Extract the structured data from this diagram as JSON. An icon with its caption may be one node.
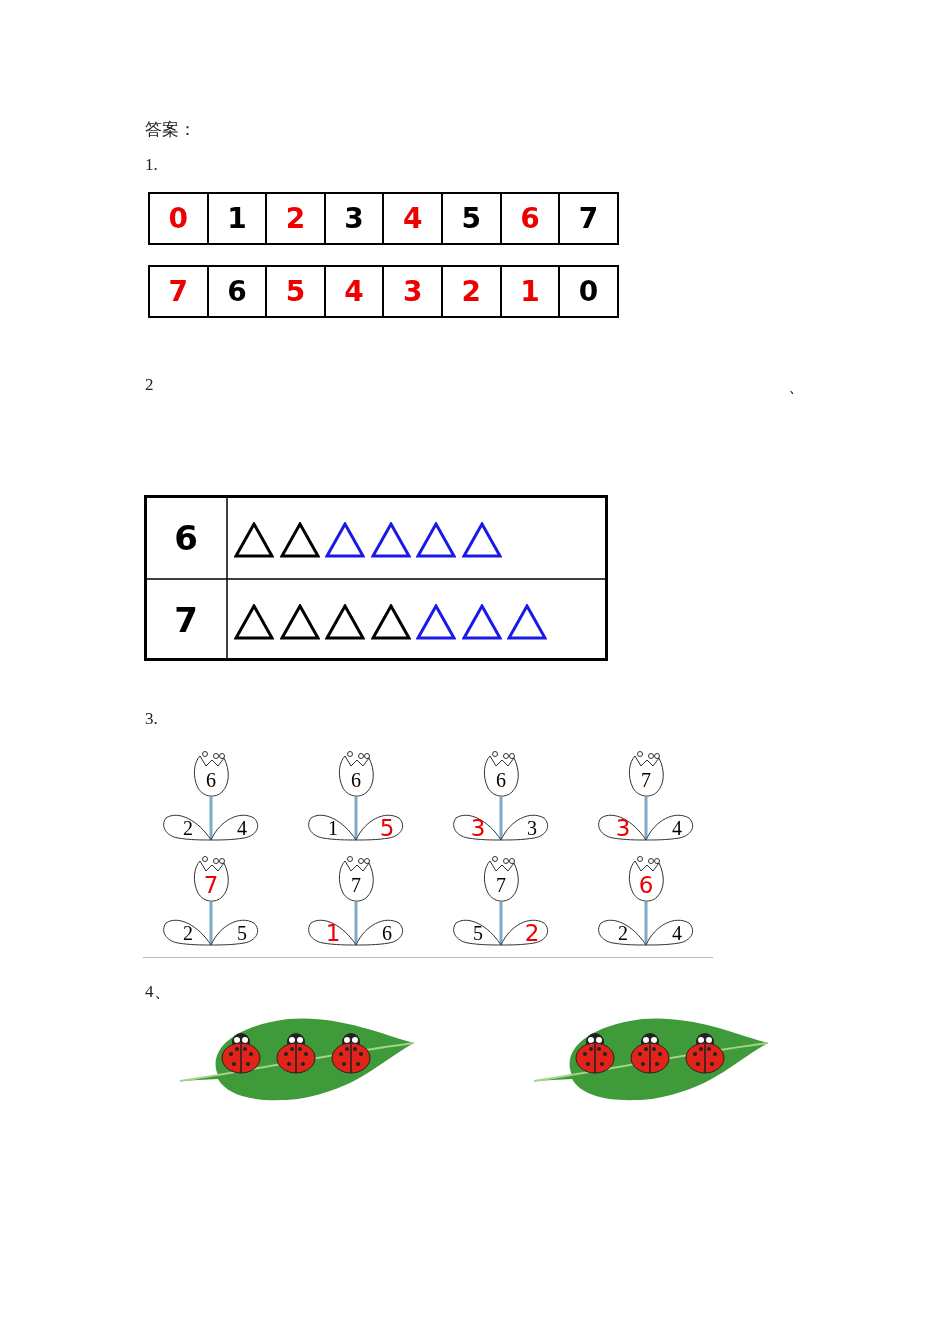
{
  "diagram": {
    "nodes": [
      {
        "text": [
          "6",
          "2",
          "4"
        ]
      },
      {
        "text": [
          "6",
          "1",
          "5"
        ]
      },
      {
        "text": [
          "6",
          "3",
          "3"
        ]
      },
      {
        "text": [
          "7",
          "3",
          "4"
        ]
      },
      {
        "text": [
          "7",
          "2",
          "5"
        ]
      },
      {
        "text": [
          "7",
          "1",
          "6"
        ]
      },
      {
        "text": [
          "7",
          "5",
          "2"
        ]
      },
      {
        "text": [
          "6",
          "2",
          "4"
        ]
      }
    ],
    "labels": [
      "答案：",
      "1.",
      "0",
      "1",
      "2",
      "3",
      "4",
      "5",
      "6",
      "7",
      "7",
      "6",
      "5",
      "4",
      "3",
      "2",
      "1",
      "0",
      "2",
      "、",
      "6",
      "7",
      "3.",
      "4、"
    ]
  }
}
